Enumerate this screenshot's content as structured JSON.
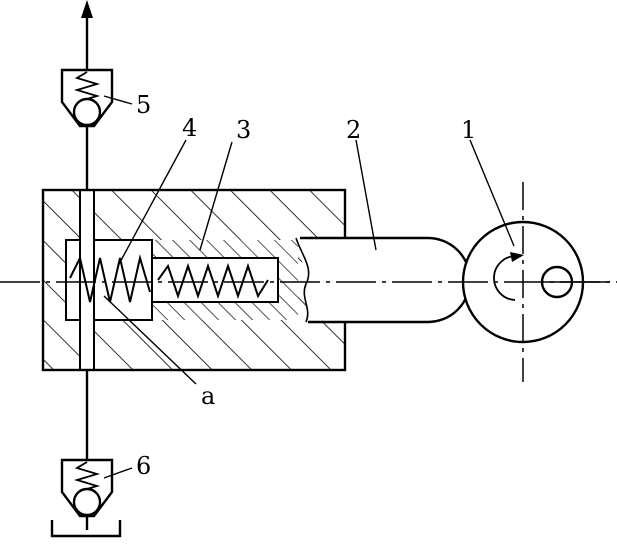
{
  "labels": {
    "cam": "1",
    "plunger": "2",
    "cylinder_body": "3",
    "spring": "4",
    "outlet_valve": "5",
    "inlet_valve": "6",
    "chamber": "a"
  }
}
